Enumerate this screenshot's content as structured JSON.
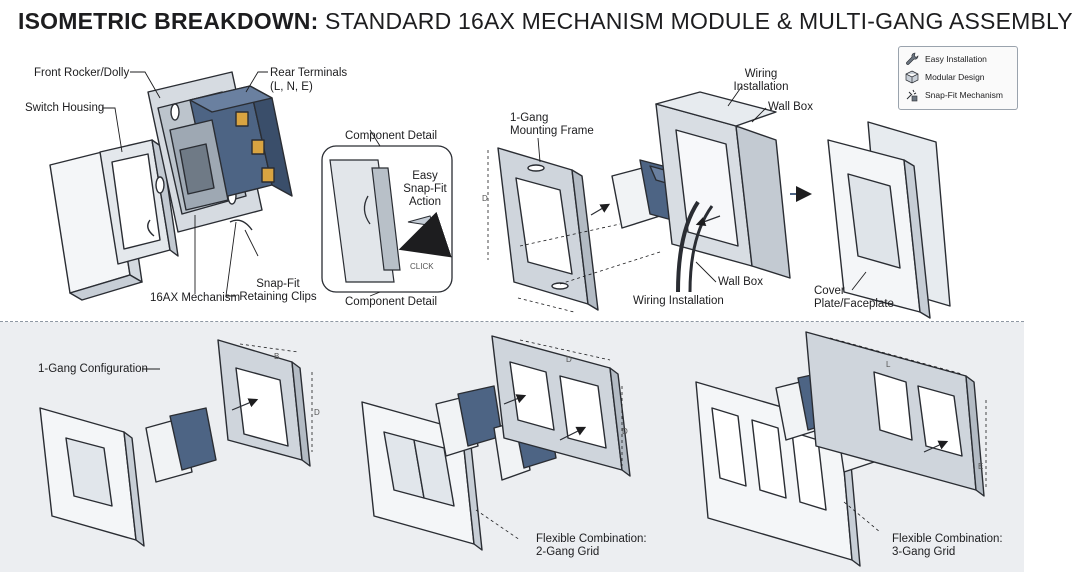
{
  "title": {
    "strong": "ISOMETRIC BREAKDOWN:",
    "rest": " STANDARD 16AX MECHANISM MODULE & MULTI-GANG ASSEMBLY"
  },
  "legend": {
    "items": [
      {
        "label": "Easy Installation",
        "icon": "wrench-icon"
      },
      {
        "label": "Modular Design",
        "icon": "cube-icon"
      },
      {
        "label": "Snap-Fit Mechanism",
        "icon": "snap-fit-icon"
      }
    ]
  },
  "exploded": {
    "front_rocker": "Front Rocker/Dolly",
    "switch_housing": "Switch Housing",
    "rear_terminals_1": "Rear Terminals",
    "rear_terminals_2": "(L, N, E)",
    "mechanism": "16AX Mechanism",
    "snap_fit_1": "Snap-Fit",
    "snap_fit_2": "Retaining Clips"
  },
  "detail": {
    "title_top": "Component Detail",
    "title_bottom": "Component Detail",
    "easy_1": "Easy",
    "easy_2": "Snap-Fit",
    "easy_3": "Action",
    "click": "CLICK"
  },
  "installation": {
    "frame_1": "1-Gang",
    "frame_2": "Mounting Frame",
    "wiring_top_1": "Wiring",
    "wiring_top_2": "Installation",
    "wall_box_top": "Wall Box",
    "wall_box_bottom": "Wall Box",
    "wiring_bottom": "Wiring Installation",
    "cover_1": "Cover",
    "cover_2": "Plate/Faceplate",
    "dim_d": "D"
  },
  "configs": {
    "one_gang": "1-Gang Configuration",
    "two_gang_1": "Flexible Combination:",
    "two_gang_2": "2-Gang Grid",
    "three_gang_1": "Flexible Combination:",
    "three_gang_2": "3-Gang Grid",
    "dim_b": "B",
    "dim_d": "D",
    "dim_l": "L",
    "dim_e": "E"
  },
  "colors": {
    "module_blue": "#4d6484",
    "frame_gray": "#cfd5dc",
    "plate_white": "#f3f5f7",
    "outline": "#2a2d33"
  }
}
